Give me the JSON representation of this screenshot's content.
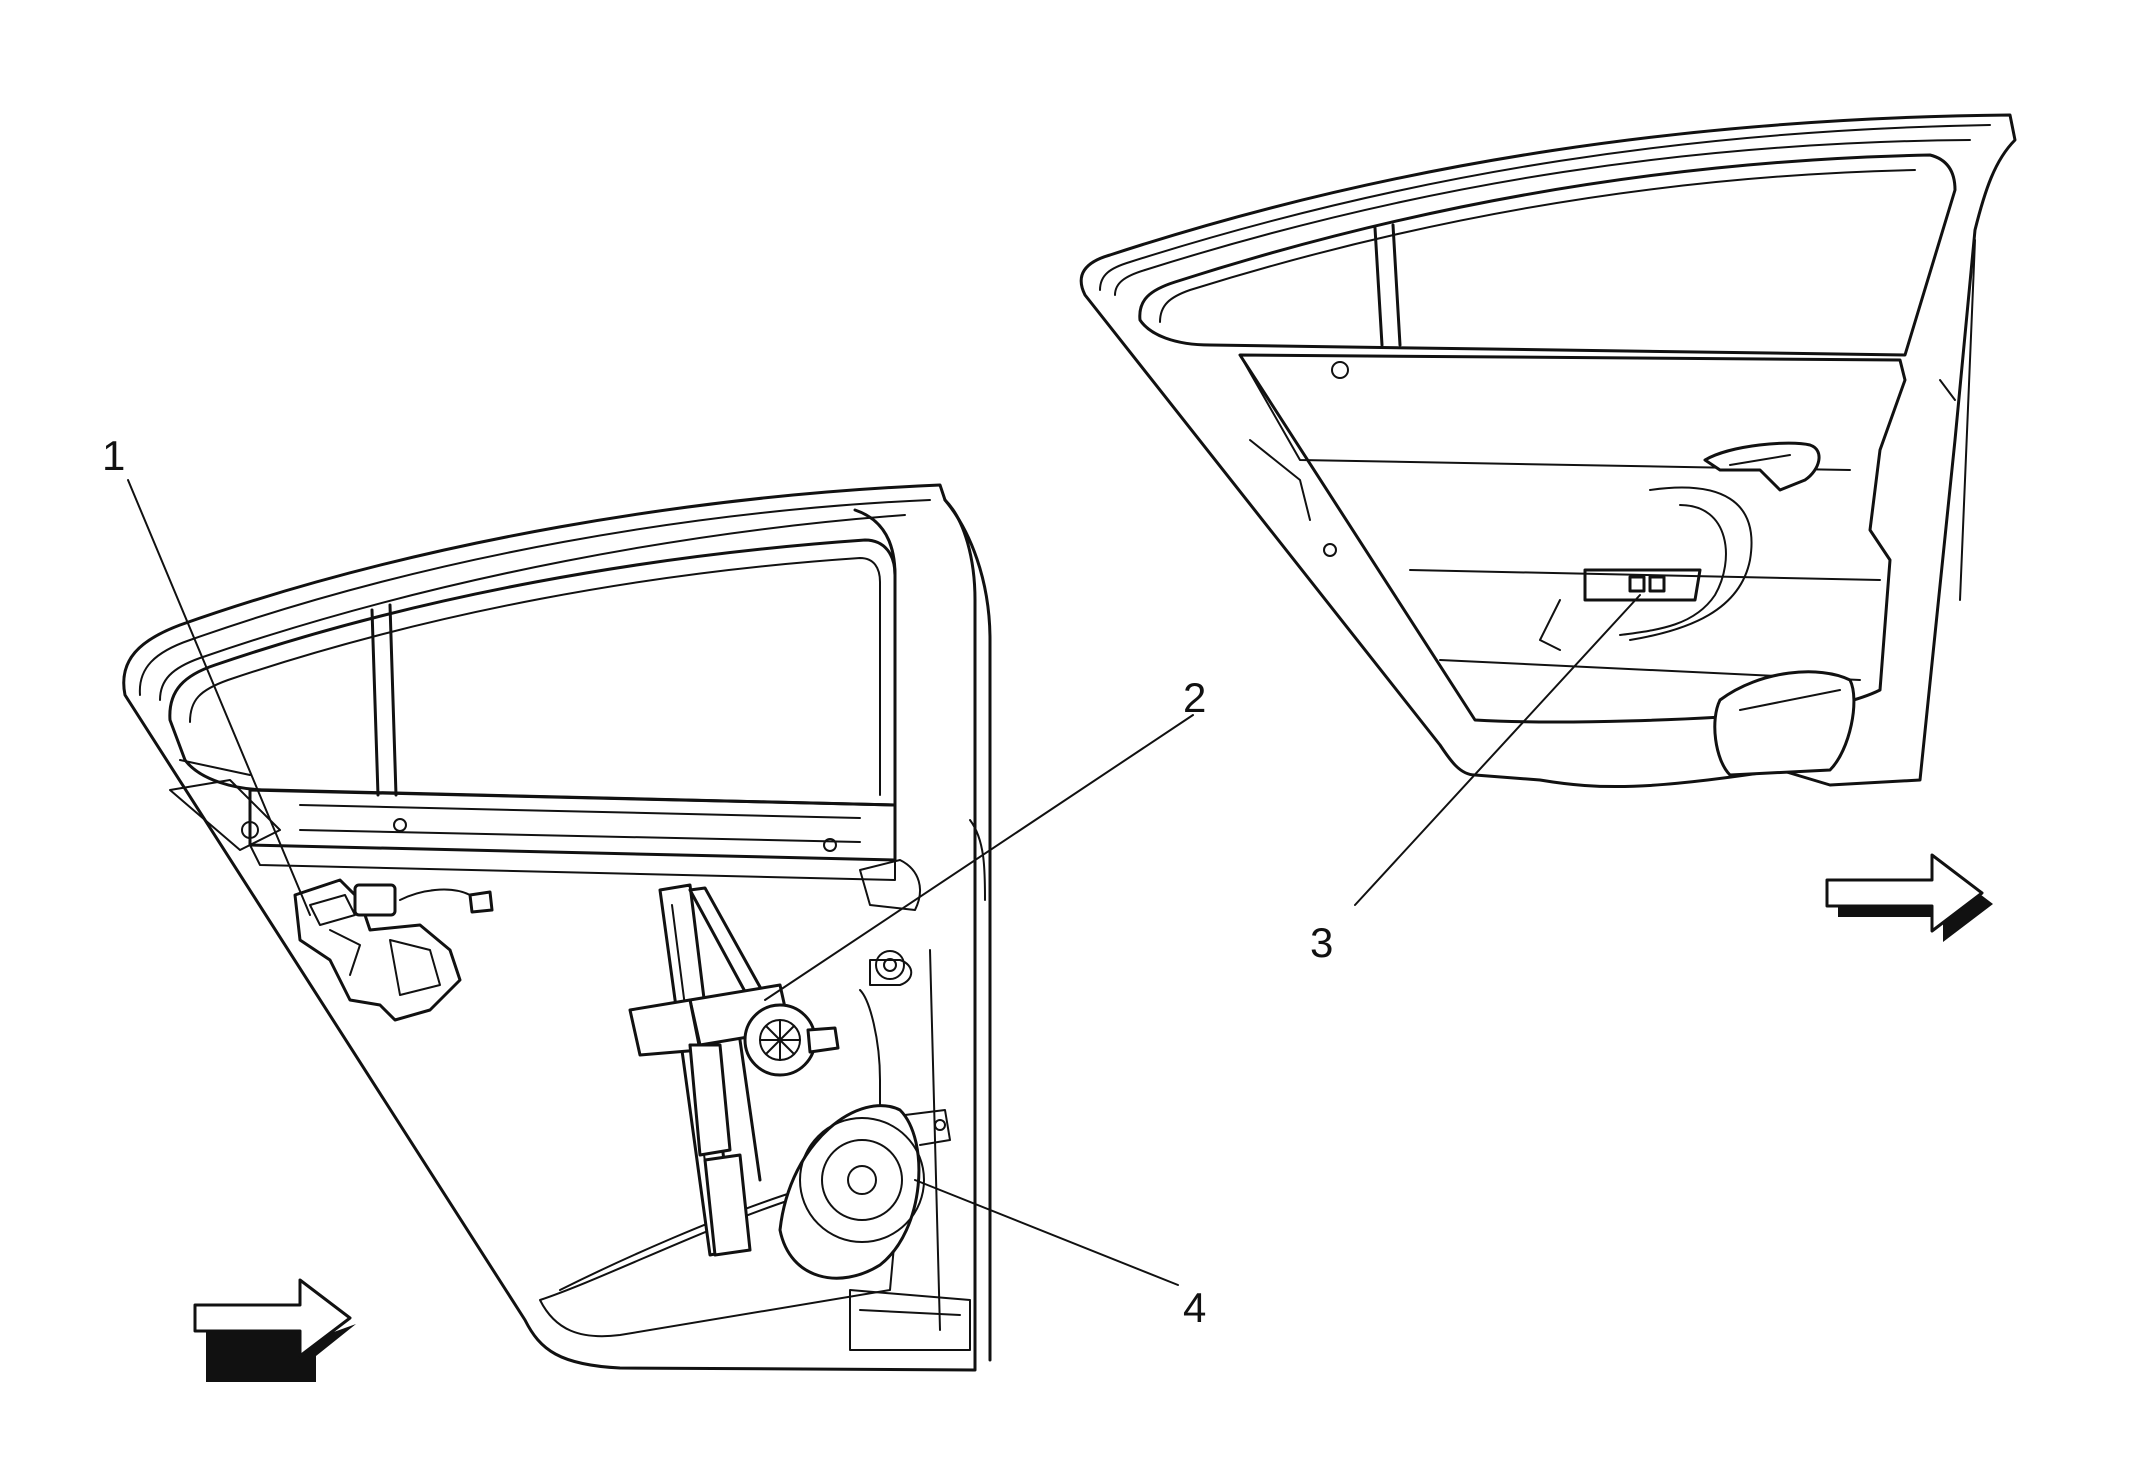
{
  "diagram": {
    "callouts": [
      {
        "id": "1",
        "label": "1"
      },
      {
        "id": "2",
        "label": "2"
      },
      {
        "id": "3",
        "label": "3"
      },
      {
        "id": "4",
        "label": "4"
      }
    ],
    "icons": {
      "left_arrow": "forward-arrow-icon",
      "right_arrow": "forward-arrow-icon"
    },
    "colors": {
      "line": "#111111",
      "background": "#ffffff"
    }
  }
}
